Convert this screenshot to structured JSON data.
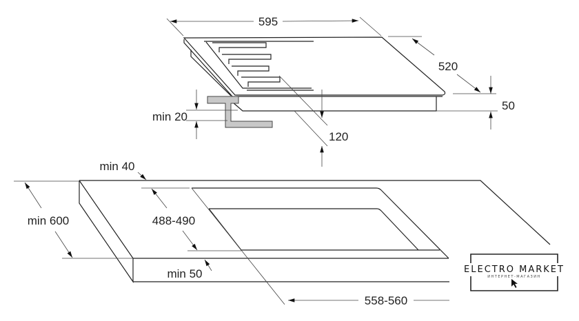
{
  "hob": {
    "width_label": "595",
    "depth_label": "520",
    "height_label": "50",
    "clearance_label": "120",
    "bracket_label": "min 20"
  },
  "countertop": {
    "side_margin_label": "min 40",
    "depth_label": "min 600",
    "cutout_depth_label": "488-490",
    "front_margin_label": "min 50",
    "cutout_width_label": "558-560"
  },
  "logo": {
    "title": "ELECTRO MARKET",
    "subtitle": "ИНТЕРНЕТ-МАГАЗИН"
  }
}
